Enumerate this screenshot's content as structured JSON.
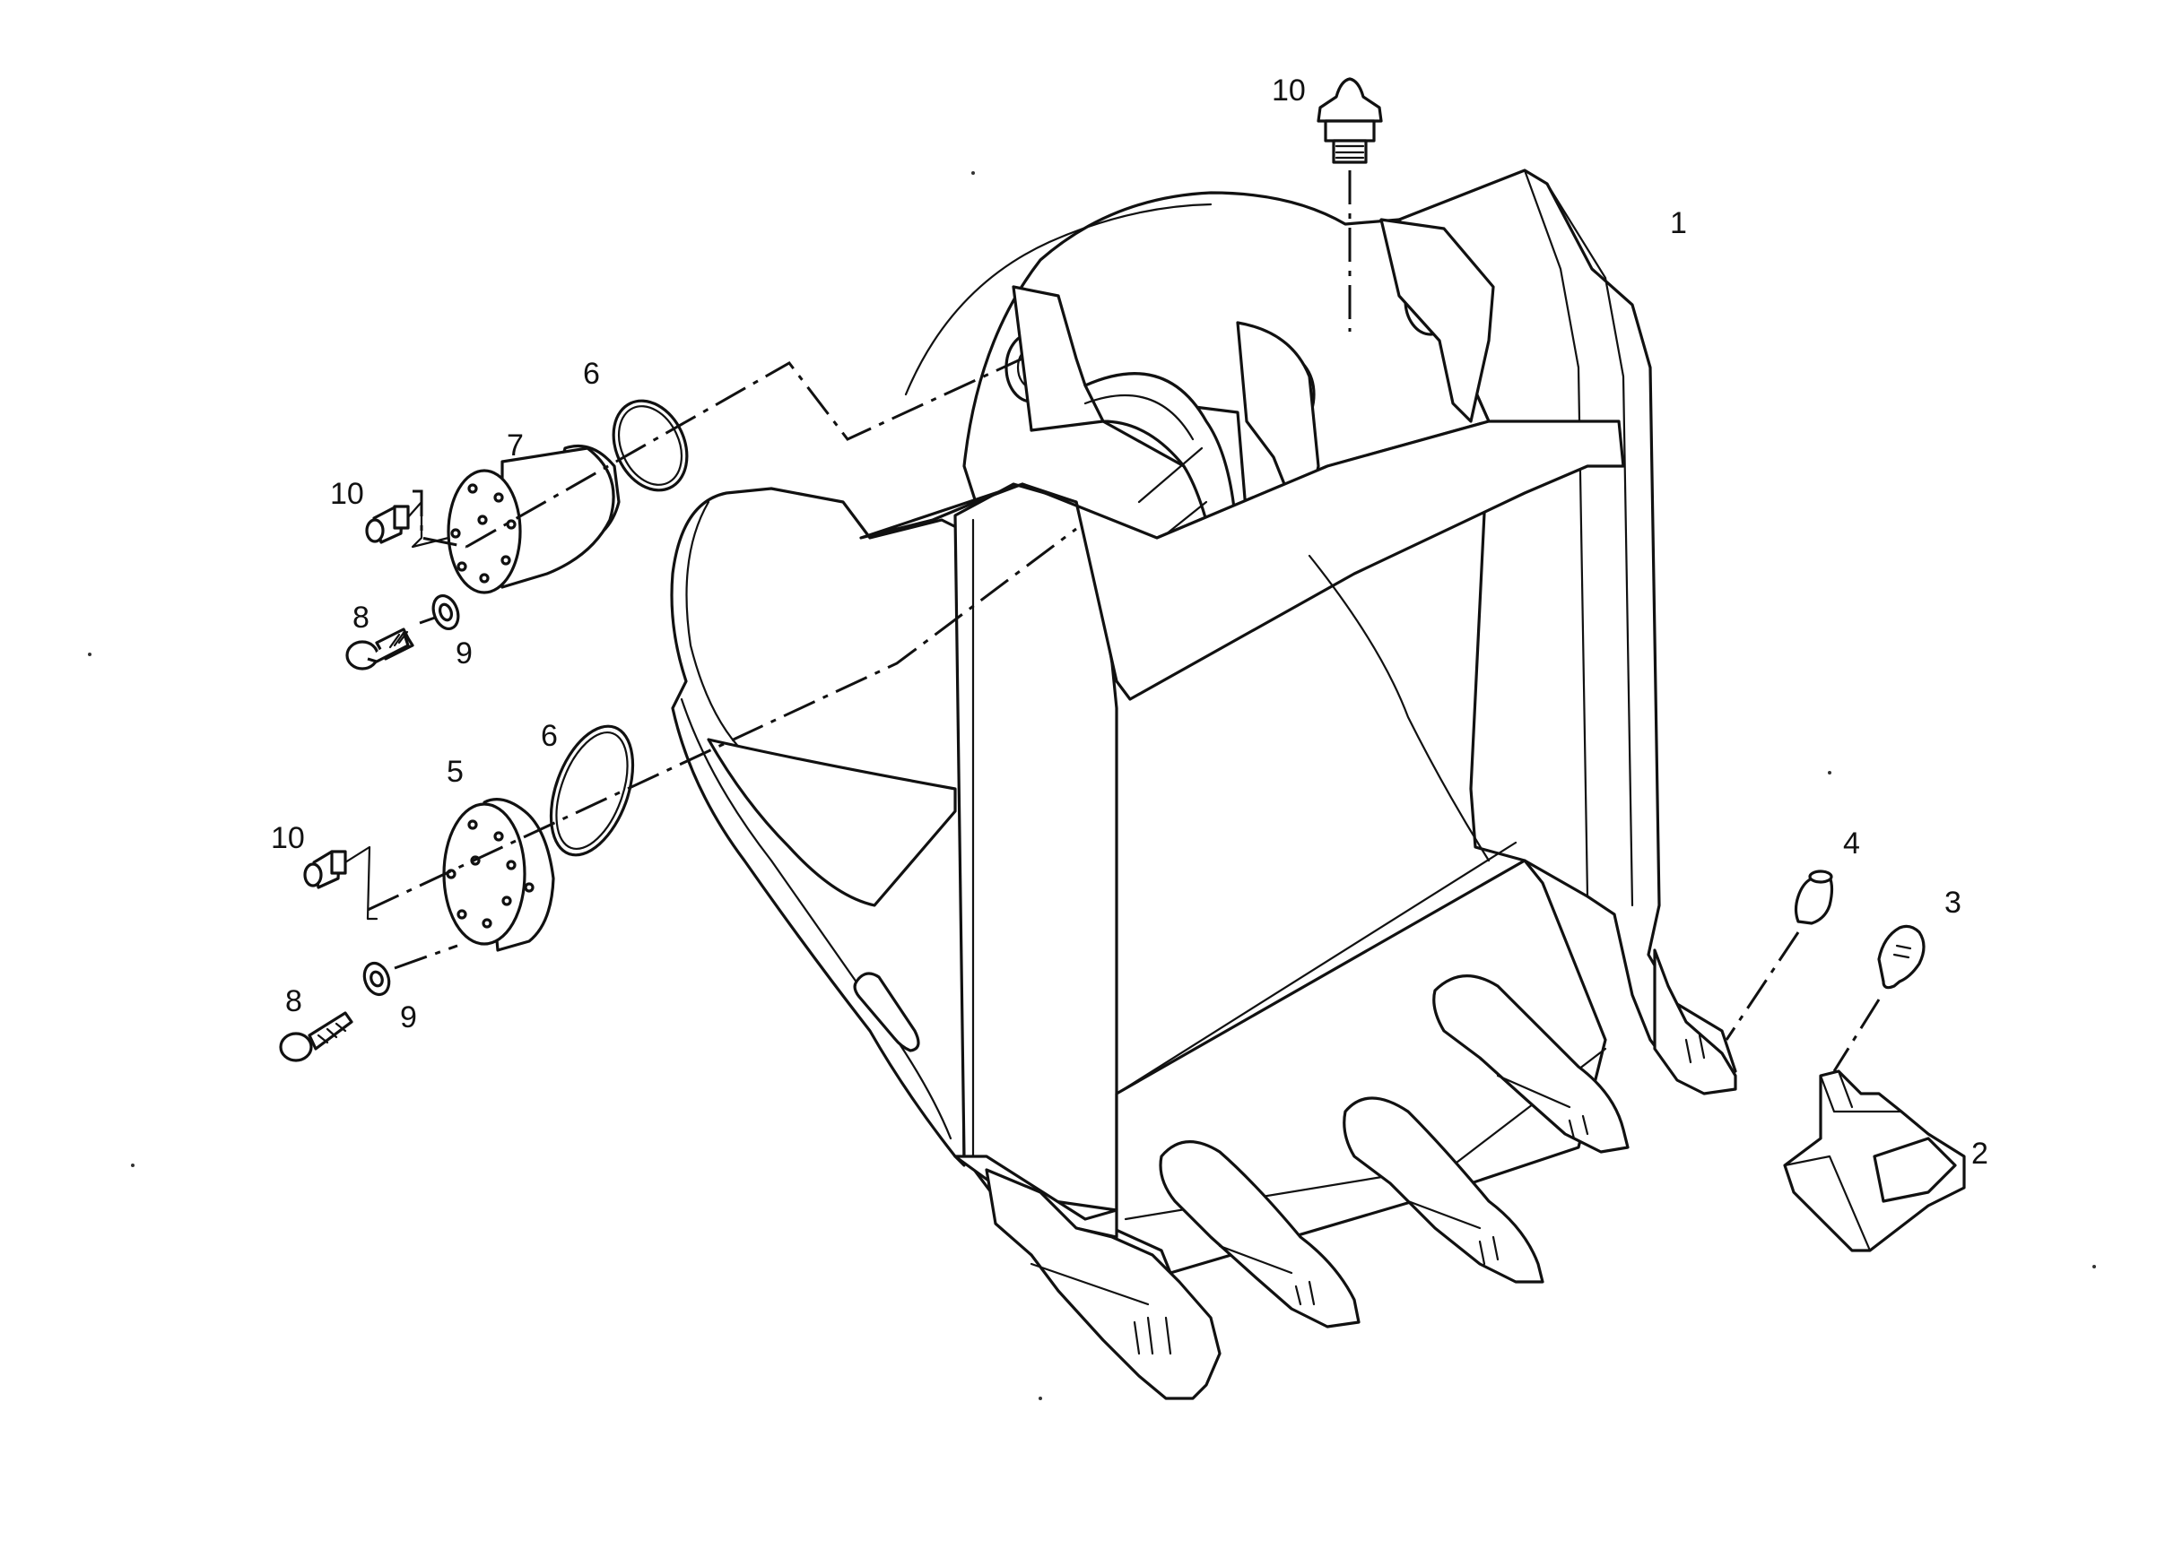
{
  "labels": {
    "p1": "1",
    "p2": "2",
    "p3": "3",
    "p4": "4",
    "p5": "5",
    "p6_upper": "6",
    "p6_lower": "6",
    "p7": "7",
    "p8_upper": "8",
    "p8_lower": "8",
    "p9_upper": "9",
    "p9_lower": "9",
    "p10_top": "10",
    "p10_mid": "10",
    "p10_low": "10"
  }
}
